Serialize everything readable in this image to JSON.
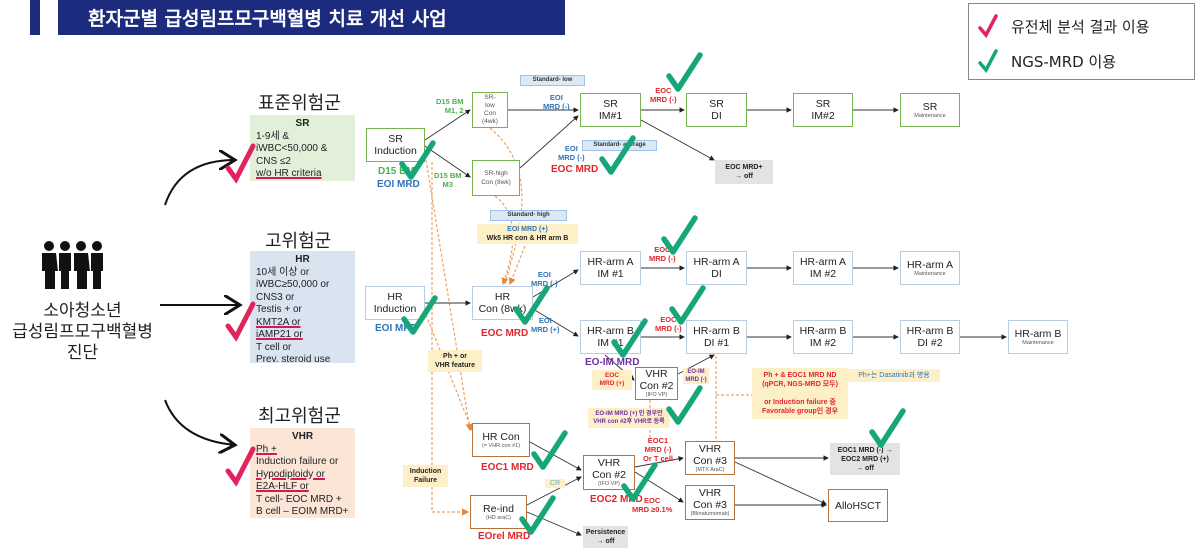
{
  "header": {
    "title": "환자군별 급성림프모구백혈병 치료 개선 사업"
  },
  "legend": {
    "genomic": {
      "icon": "red-check-icon",
      "color": "#e0245e",
      "label": "유전체 분석 결과 이용"
    },
    "ngs": {
      "icon": "green-check-icon",
      "color": "#16a67a",
      "label": "NGS-MRD 이용"
    }
  },
  "diagnosis": {
    "lines": [
      "소아청소년",
      "급성림프모구백혈병",
      "진단"
    ]
  },
  "groups": {
    "sr": {
      "title": "표준위험군",
      "head": "SR",
      "lines": [
        "1-9세 &",
        "iWBC<50,000 &",
        "CNS ≤2",
        "w/o HR criteria"
      ]
    },
    "hr": {
      "title": "고위험군",
      "head": "HR",
      "lines": [
        "10세 이상 or",
        "iWBC≥50,000 or",
        "CNS3 or",
        "Testis + or",
        "KMT2A or",
        "iAMP21 or",
        "T cell or",
        "Prev. steroid use"
      ]
    },
    "vhr": {
      "title": "최고위험군",
      "head": "VHR",
      "lines": [
        "Ph +",
        "Induction failure or",
        "Hypodiploidy or",
        "E2A-HLF or",
        "T cell- EOC MRD +",
        "B cell – EOIM MRD+"
      ]
    }
  },
  "nodes": {
    "sr_ind": [
      "SR",
      "Induction"
    ],
    "sr_low": [
      "SR-",
      "low",
      "Con",
      "(4wk)"
    ],
    "sr_high": [
      "SR-high",
      "Con (8wk)"
    ],
    "sr_im1": [
      "SR",
      "IM#1"
    ],
    "sr_di": [
      "SR",
      "DI"
    ],
    "sr_im2": [
      "SR",
      "IM#2"
    ],
    "sr_maint": [
      "SR",
      "Maintenance"
    ],
    "sr_off": [
      "EOC MRD+",
      "→ off"
    ],
    "hr_ind": [
      "HR",
      "Induction"
    ],
    "hr_con": [
      "HR",
      "Con (8wk)"
    ],
    "a_im1": [
      "HR-arm A",
      "IM #1"
    ],
    "a_di": [
      "HR-arm A",
      "DI"
    ],
    "a_im2": [
      "HR-arm A",
      "IM #2"
    ],
    "a_maint": [
      "HR-arm A",
      "Maintenance"
    ],
    "b_im1": [
      "HR-arm B",
      "IM #1"
    ],
    "b_di1": [
      "HR-arm B",
      "DI #1"
    ],
    "b_im2": [
      "HR-arm B",
      "IM #2"
    ],
    "b_di2": [
      "HR-arm B",
      "DI #2"
    ],
    "b_maint": [
      "HR-arm B",
      "Maintenance"
    ],
    "vhr_con2a": [
      "VHR",
      "Con #2",
      "(IFO VP)"
    ],
    "hr_con_v": [
      "HR  Con",
      "(= VHR con #1)"
    ],
    "reind": [
      "Re-ind",
      "(HD araC)"
    ],
    "vhr_con2": [
      "VHR",
      "Con #2",
      "(IFO VP)"
    ],
    "persist": [
      "Persistence",
      "→ off"
    ],
    "con3_mtx": [
      "VHR",
      "Con #3",
      "(MTX AraC)"
    ],
    "con3_blina": [
      "VHR",
      "Con #3",
      "(Blinatumomab)"
    ],
    "eoc_off": [
      "EOC1 MRD (-) →",
      "EOC2 MRD (+)",
      "→ off"
    ],
    "allo": [
      "AlloHSCT"
    ]
  },
  "labels": {
    "d15_m12": [
      "D15 BM",
      "M1, 2"
    ],
    "d15_m3": [
      "D15 BM",
      "M3"
    ],
    "d15_bm": "D15 BM",
    "sr_eoi": "EOI MRD",
    "std_low": "Standard- low",
    "eoi_neg1": [
      "EOI",
      "MRD (-)"
    ],
    "eoc_neg_sr": [
      "EOC",
      "MRD (-)"
    ],
    "std_avg": "Standard- average",
    "eoi_neg2": [
      "EOI",
      "MRD (-)"
    ],
    "sr_eoc": "EOC MRD",
    "std_high": "Standard- high",
    "std_high_box": [
      "EOI MRD (+)",
      "Wk5 HR con & HR arm B"
    ],
    "hr_eoi": "EOI MRD",
    "hr_eoc": "EOC MRD",
    "eoi_neg3": [
      "EOI",
      "MRD (-)"
    ],
    "eoi_pos": [
      "EOI",
      "MRD (+)"
    ],
    "eoc_neg_a": [
      "EOC",
      "MRD (-)"
    ],
    "eoc_neg_b": [
      "EOC",
      "MRD (-)"
    ],
    "ph_vhr": [
      "Ph + or",
      "VHR feature"
    ],
    "eo_im": "EO-IM MRD",
    "eoc_pos": [
      "EOC",
      "MRD (+)"
    ],
    "eo_im_neg": [
      "EO-IM",
      "MRD (-)"
    ],
    "eo_im_note": [
      "EO-IM MRD (+) 인 경우만",
      "VHR con #2후 VHR로 등록"
    ],
    "ph_box": [
      "Ph + & EOC1 MRD ND",
      "(qPCR, NGS-MRD 모두)",
      "",
      "or Induction failure 중",
      "Favorable group인 경우"
    ],
    "dasat": "Ph+는 Dasatinib과 병용",
    "eoc1_mrd": "EOC1 MRD",
    "ind_fail": [
      "Induction",
      "Failure"
    ],
    "eorel": "EOrel MRD",
    "cr": "CR",
    "eoc2_mrd": "EOC2 MRD",
    "eoc1_neg_t": [
      "EOC1",
      "MRD (-)",
      "Or T cell"
    ],
    "eoc_01": [
      "EOC",
      "MRD ≥0.1%"
    ]
  },
  "colors": {
    "sr_border": "#78b44d",
    "hr_border": "#b8cde3",
    "vhr_border": "#b8733b",
    "title_bg": "#1c2b7e",
    "sr_bg": "#e2efd9",
    "hr_bg": "#dae3f0",
    "vhr_bg": "#fbe5d6"
  }
}
